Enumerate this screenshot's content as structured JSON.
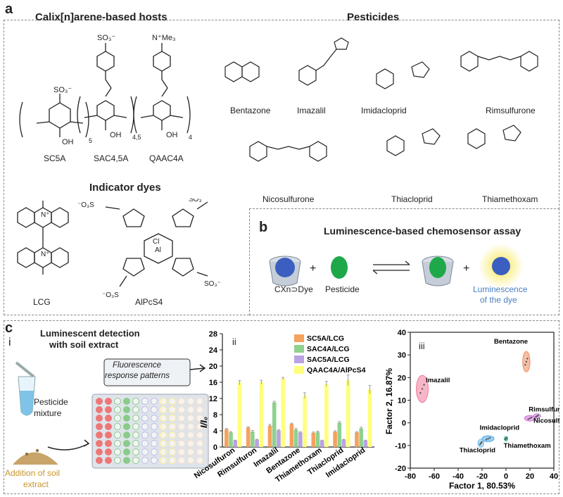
{
  "panel_a": {
    "letter": "a",
    "hosts_title": "Calix[n]arene-based hosts",
    "pesticides_title": "Pesticides",
    "dyes_title": "Indicator dyes",
    "hosts": [
      "SC5A",
      "SAC4,5A",
      "QAAC4A"
    ],
    "dyes": [
      "LCG",
      "AlPcS4"
    ],
    "pesticides": [
      "Bentazone",
      "Imazalil",
      "Imidacloprid",
      "Rimsulfurone",
      "Nicosulfurone",
      "Thiacloprid",
      "Thiamethoxam"
    ]
  },
  "panel_b": {
    "letter": "b",
    "title": "Luminescence-based chemosensor assay",
    "complex_label": "CXn⊃Dye",
    "pesticide_label": "Pesticide",
    "lum_label_1": "Luminescence",
    "lum_label_2": "of the dye",
    "plus": "+",
    "colors": {
      "pesticide": "#1fa84a",
      "dye": "#3b5fc0",
      "glow": "#f5e642",
      "lum_text": "#4a7fc1"
    }
  },
  "panel_c": {
    "letter": "c",
    "sub_i": "i",
    "title_1": "Luminescent detection",
    "title_2": "with soil extract",
    "mixture_1": "Pesticide",
    "mixture_2": "mixture",
    "soil_1": "Addition of soil",
    "soil_2": "extract",
    "patterns_1": "Fluorescence",
    "patterns_2": "response patterns",
    "soil_color": "#c8962a"
  },
  "chart_data": [
    {
      "type": "bar",
      "panel": "ii",
      "ylabel": "I/I₀",
      "ylim": [
        0,
        28
      ],
      "yticks": [
        0,
        4,
        8,
        12,
        16,
        20,
        24,
        28
      ],
      "categories": [
        "Nicosulfuron",
        "Rimsulfuron",
        "Imazalil",
        "Bentazone",
        "Thiamethoxam",
        "Thiacloprid",
        "Imidacloprid"
      ],
      "legend_position": "top-right",
      "series": [
        {
          "name": "SC5A/LCG",
          "color": "#f5a25d",
          "values": [
            4.4,
            4.8,
            5.3,
            5.7,
            3.5,
            3.8,
            3.6
          ],
          "errors": [
            0.2,
            0.2,
            0.3,
            0.2,
            0.2,
            0.2,
            0.2
          ]
        },
        {
          "name": "SAC4A/LCG",
          "color": "#8fd18f",
          "values": [
            3.6,
            3.8,
            11.0,
            4.3,
            3.7,
            6.0,
            4.6
          ],
          "errors": [
            0.2,
            0.3,
            0.3,
            0.3,
            0.2,
            0.3,
            0.3
          ]
        },
        {
          "name": "SAC5A/LCG",
          "color": "#b9a3e3",
          "values": [
            1.6,
            1.8,
            4.1,
            3.6,
            1.6,
            1.8,
            1.6
          ],
          "errors": [
            0.1,
            0.1,
            0.2,
            0.2,
            0.1,
            0.1,
            0.1
          ]
        },
        {
          "name": "QAAC4A/AlPcS4",
          "color": "#ffff7a",
          "values": [
            15.9,
            16.0,
            16.9,
            12.7,
            15.6,
            16.5,
            14.2
          ],
          "errors": [
            0.5,
            0.5,
            0.3,
            0.7,
            0.6,
            1.3,
            1.0
          ]
        }
      ]
    },
    {
      "type": "scatter",
      "panel": "iii",
      "xlabel": "Factor 1, 80.53%",
      "ylabel": "Factor 2, 16.87%",
      "xlim": [
        -80,
        40
      ],
      "ylim": [
        -20,
        40
      ],
      "xticks": [
        -80,
        -60,
        -40,
        -20,
        0,
        20,
        40
      ],
      "yticks": [
        -20,
        -10,
        0,
        10,
        20,
        30,
        40
      ],
      "groups": [
        {
          "name": "Bentazone",
          "cx": 17,
          "cy": 27,
          "rx": 3,
          "ry": 4.5,
          "color": "#f08a5d",
          "label_dx": -27,
          "label_dy": 8
        },
        {
          "name": "Imazalil",
          "cx": -70,
          "cy": 15,
          "rx": 5,
          "ry": 6,
          "color": "#f07a9a",
          "label_dx": 3,
          "label_dy": 3
        },
        {
          "name": "Rimsulfuron",
          "cx": 20,
          "cy": 2,
          "rx": 4.5,
          "ry": 1.2,
          "color": "#d56ad9",
          "label_dx": -1,
          "label_dy": 3
        },
        {
          "name": "Nicosulfuron",
          "cx": 26,
          "cy": 3,
          "rx": 3,
          "ry": 1,
          "color": "#c07fd8",
          "label_dx": -3,
          "label_dy": -3
        },
        {
          "name": "Imidacloprid",
          "cx": -15,
          "cy": -7,
          "rx": 5,
          "ry": 1.3,
          "color": "#4aa8e8",
          "label_dx": -7,
          "label_dy": 4
        },
        {
          "name": "Thiacloprid",
          "cx": -21,
          "cy": -9,
          "rx": 2.5,
          "ry": 1.8,
          "color": "#6fc0f0",
          "label_dx": -18,
          "label_dy": -4
        },
        {
          "name": "Thiamethoxam",
          "cx": 0,
          "cy": -7,
          "rx": 1.5,
          "ry": 1,
          "color": "#2fb59a",
          "label_dx": -2,
          "label_dy": -4
        }
      ]
    }
  ]
}
